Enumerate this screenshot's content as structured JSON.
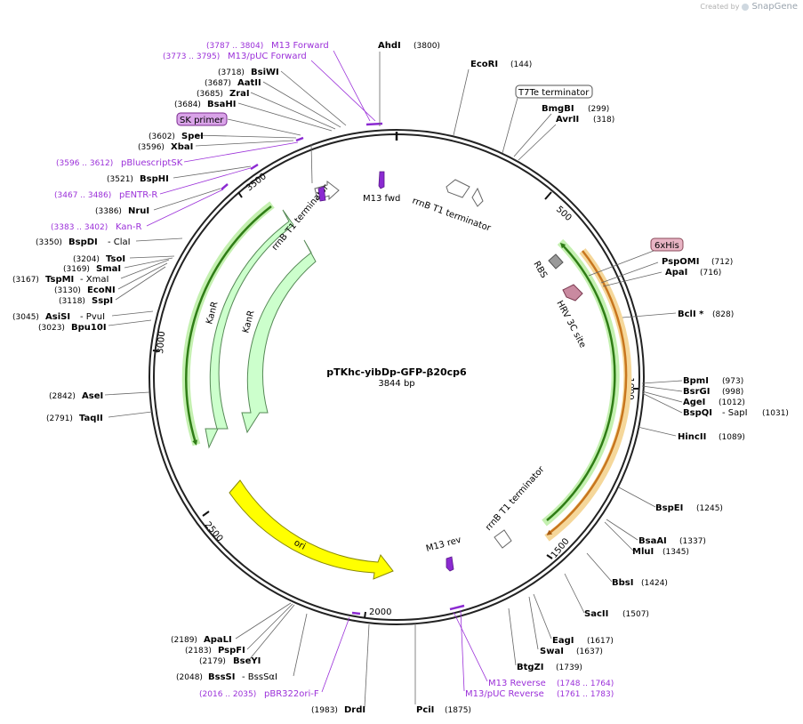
{
  "branding": {
    "created_by": "Created by",
    "product": "SnapGene",
    "logo_icon": "snapgene-logo-icon"
  },
  "plasmid": {
    "name": "pTKhc-yibDp-GFP-β20cp6",
    "length_label": "3844 bp",
    "length": 3844
  },
  "ticks": [
    "500",
    "1000",
    "1500",
    "2000",
    "2500",
    "3000",
    "3500"
  ],
  "enzymes": [
    {
      "name": "AhdI",
      "pos": "(3800)"
    },
    {
      "name": "EcoRI",
      "pos": "(144)"
    },
    {
      "name": "BmgBI",
      "pos": "(299)"
    },
    {
      "name": "AvrII",
      "pos": "(318)"
    },
    {
      "name": "PspOMI",
      "pos": "(712)"
    },
    {
      "name": "ApaI",
      "pos": "(716)"
    },
    {
      "name": "BclI *",
      "pos": "(828)"
    },
    {
      "name": "BpmI",
      "pos": "(973)"
    },
    {
      "name": "BsrGI",
      "pos": "(998)"
    },
    {
      "name": "AgeI",
      "pos": "(1012)"
    },
    {
      "name": "BspQI",
      "extra": "- SapI",
      "pos": "(1031)"
    },
    {
      "name": "HincII",
      "pos": "(1089)"
    },
    {
      "name": "BspEI",
      "pos": "(1245)"
    },
    {
      "name": "BsaAI",
      "pos": "(1337)"
    },
    {
      "name": "MluI",
      "pos": "(1345)"
    },
    {
      "name": "BbsI",
      "pos": "(1424)"
    },
    {
      "name": "SacII",
      "pos": "(1507)"
    },
    {
      "name": "EagI",
      "pos": "(1617)"
    },
    {
      "name": "SwaI",
      "pos": "(1637)"
    },
    {
      "name": "BtgZI",
      "pos": "(1739)"
    },
    {
      "name": "PciI",
      "pos": "(1875)"
    },
    {
      "name": "DrdI",
      "pos": "(1983)"
    },
    {
      "name": "BssSI",
      "extra": "- BssSαI",
      "pos": "(2048)"
    },
    {
      "name": "BseYI",
      "pos": "(2179)"
    },
    {
      "name": "PspFI",
      "pos": "(2183)"
    },
    {
      "name": "ApaLI",
      "pos": "(2189)"
    },
    {
      "name": "TaqII",
      "pos": "(2791)"
    },
    {
      "name": "AseI",
      "pos": "(2842)"
    },
    {
      "name": "Bpu10I",
      "pos": "(3023)"
    },
    {
      "name": "AsiSI",
      "extra": "- PvuI",
      "pos": "(3045)"
    },
    {
      "name": "SspI",
      "pos": "(3118)"
    },
    {
      "name": "EcoNI",
      "pos": "(3130)"
    },
    {
      "name": "TspMI",
      "extra": "- XmaI",
      "pos": "(3167)"
    },
    {
      "name": "SmaI",
      "pos": "(3169)"
    },
    {
      "name": "TsoI",
      "pos": "(3204)"
    },
    {
      "name": "BspDI",
      "extra": "- ClaI",
      "pos": "(3350)"
    },
    {
      "name": "NruI",
      "pos": "(3386)"
    },
    {
      "name": "BspHI",
      "pos": "(3521)"
    },
    {
      "name": "XbaI",
      "pos": "(3596)"
    },
    {
      "name": "SpeI",
      "pos": "(3602)"
    },
    {
      "name": "BsaHI",
      "pos": "(3684)"
    },
    {
      "name": "ZraI",
      "pos": "(3685)"
    },
    {
      "name": "AatII",
      "pos": "(3687)"
    },
    {
      "name": "BsiWI",
      "pos": "(3718)"
    }
  ],
  "primers": [
    {
      "name": "M13 Forward",
      "pos": "(3787 .. 3804)"
    },
    {
      "name": "M13/pUC Forward",
      "pos": "(3773 .. 3795)"
    },
    {
      "name": "pBluescriptSK",
      "pos": "(3596 .. 3612)"
    },
    {
      "name": "pENTR-R",
      "pos": "(3467 .. 3486)"
    },
    {
      "name": "Kan-R",
      "pos": "(3383 .. 3402)"
    },
    {
      "name": "M13 Reverse",
      "pos": "(1748 .. 1764)"
    },
    {
      "name": "M13/pUC Reverse",
      "pos": "(1761 .. 1783)"
    },
    {
      "name": "pBR322ori-F",
      "pos": "(2016 .. 2035)"
    }
  ],
  "boxed_features": [
    {
      "name": "SK primer",
      "fill": "#d9a3e8",
      "stroke": "#7a2b8f"
    },
    {
      "name": "T7Te terminator",
      "fill": "#ffffff",
      "stroke": "#555555"
    },
    {
      "name": "6xHis",
      "fill": "#e8b4c4",
      "stroke": "#8a4a5a"
    }
  ],
  "features": {
    "rrnb1": "rrnB T1 terminator",
    "m13fwd": "M13 fwd",
    "rrnb2": "rrnB T1 terminator",
    "rbs": "RBS",
    "hrv": "HRV 3C site",
    "rrnb3": "rrnB T1 terminator",
    "m13rev": "M13 rev",
    "kanr1": "KanR",
    "kanr2": "KanR",
    "ori": "ori"
  },
  "colors": {
    "primer": "#9b30d9",
    "enzyme_text": "#000000",
    "kanr_fill": "#ccffcc",
    "kanr_stroke": "#558855",
    "ori_fill": "#ffff00",
    "ori_stroke": "#888800",
    "orf_green": "#2f7d16",
    "orf_glow": "#c4f0b0",
    "orf_orange": "#c8761e",
    "orf_orange_glow": "#f5d79a",
    "primer_site": "#8b2ad1",
    "rbs_fill": "#999999",
    "hrv_fill": "#c98aa0"
  }
}
